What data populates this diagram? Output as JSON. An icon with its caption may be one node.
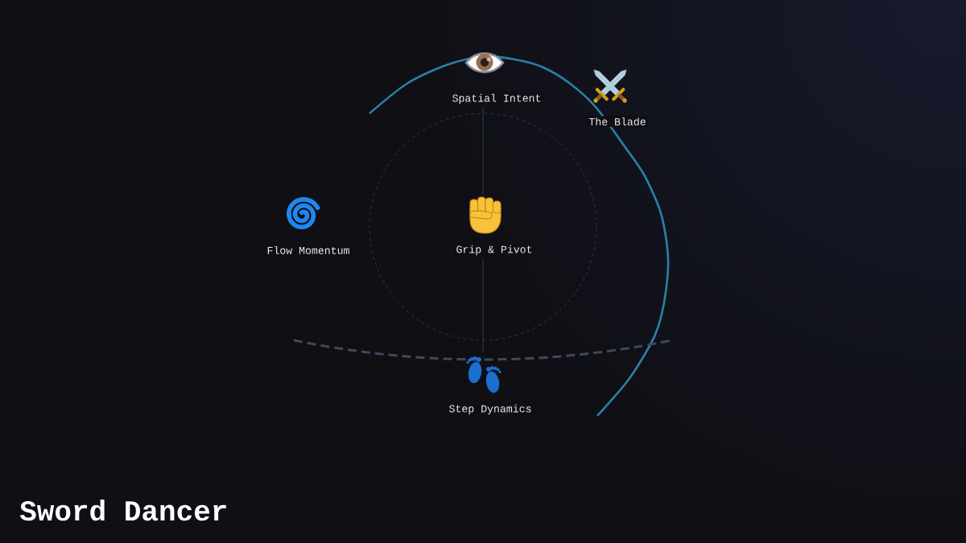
{
  "diagram": {
    "title": "Sword Dancer",
    "nodes": [
      {
        "text": [
          "Spatial Intent"
        ]
      },
      {
        "text": [
          "The Blade"
        ]
      },
      {
        "text": [
          "Flow Momentum"
        ]
      },
      {
        "text": [
          "Grip & Pivot"
        ]
      },
      {
        "text": [
          "Step Dynamics"
        ]
      }
    ],
    "edges": [
      {
        "from": 0,
        "to": 3,
        "arrow": "none"
      },
      {
        "from": 3,
        "to": 4,
        "arrow": "none"
      }
    ]
  }
}
